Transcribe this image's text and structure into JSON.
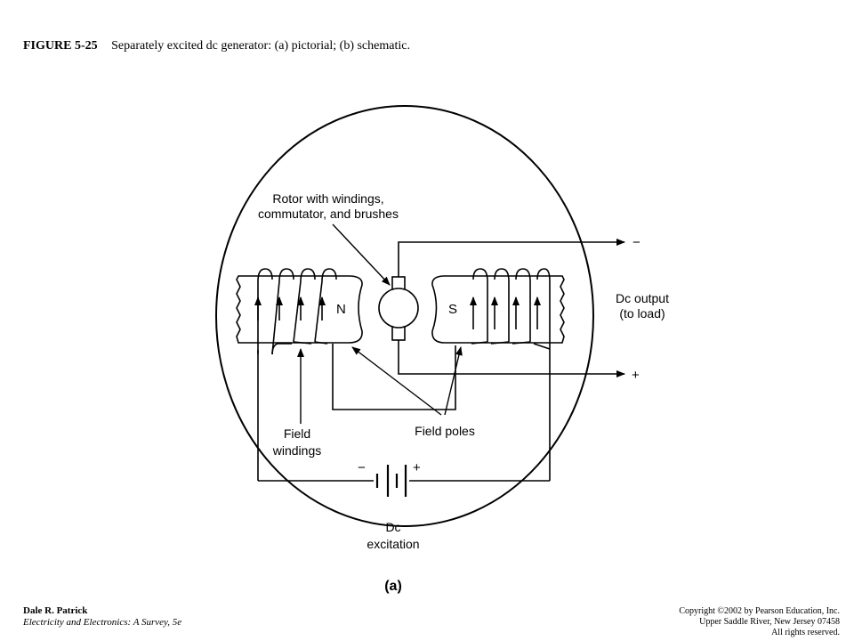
{
  "caption": {
    "figure_number": "FIGURE 5-25",
    "text": "Separately excited dc generator: (a) pictorial; (b) schematic."
  },
  "diagram": {
    "rotor_label": [
      "Rotor with windings,",
      "commutator, and brushes"
    ],
    "output_label": [
      "Dc output",
      "(to load)"
    ],
    "output_negative": "−",
    "output_positive": "+",
    "north_pole": "N",
    "south_pole": "S",
    "field_windings_label": [
      "Field",
      "windings"
    ],
    "field_poles_label": "Field poles",
    "battery_negative": "−",
    "battery_positive": "+",
    "excitation_label": [
      "Dc",
      "excitation"
    ],
    "sublabel": "(a)"
  },
  "footer": {
    "author": "Dale R. Patrick",
    "book": "Electricity and Electronics:  A Survey, 5e",
    "copyright": [
      "Copyright ©2002 by Pearson Education, Inc.",
      "Upper Saddle River, New Jersey 07458",
      "All rights reserved."
    ]
  }
}
